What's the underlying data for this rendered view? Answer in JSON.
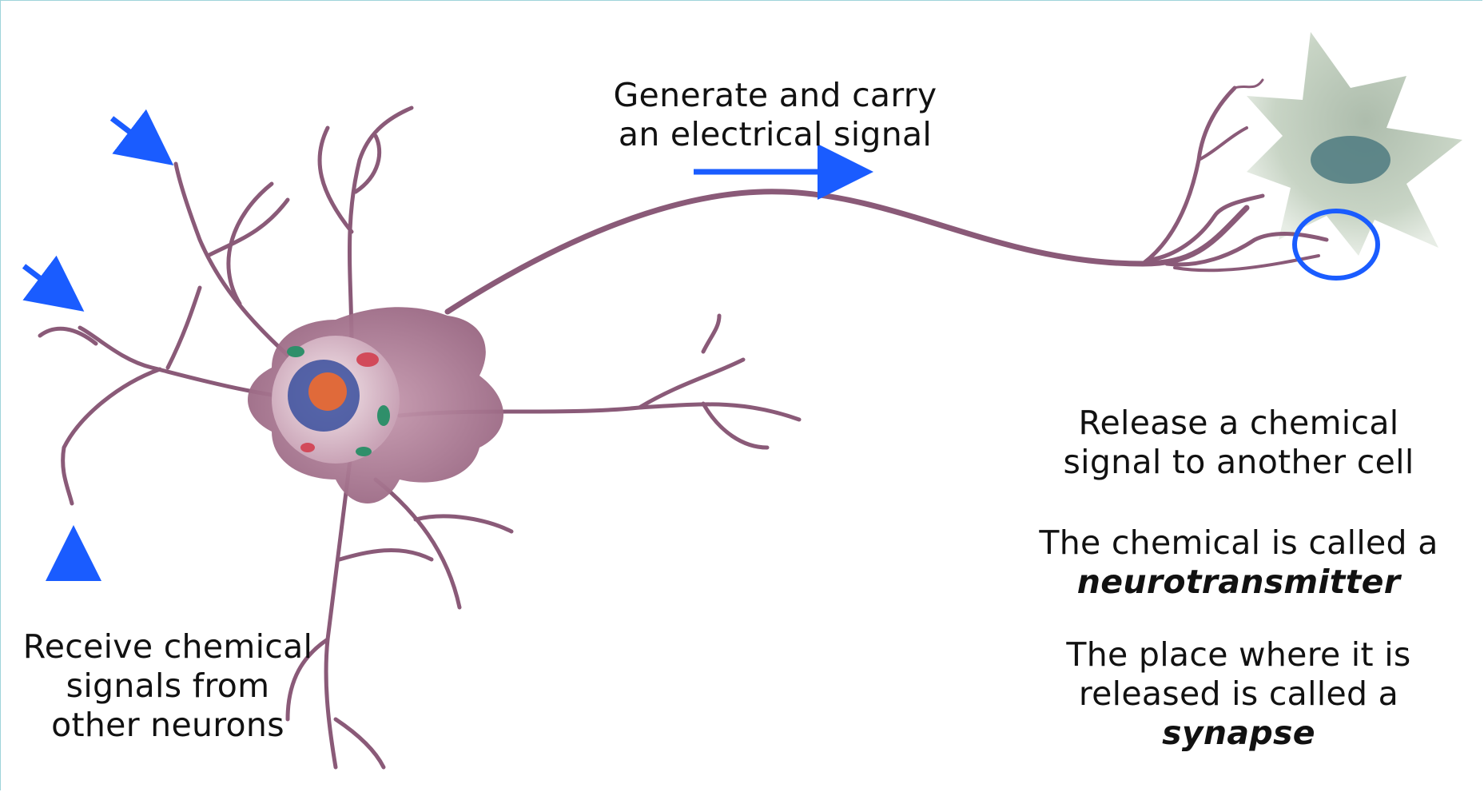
{
  "labels": {
    "generate_line1": "Generate and carry",
    "generate_line2": "an electrical signal",
    "release_line1": "Release a chemical",
    "release_line2": "signal to another cell",
    "called_line1": "The chemical is called a",
    "called_term": "neurotransmitter",
    "place_line1": "The place where it is",
    "place_line2": "released is called a",
    "place_term": "synapse",
    "receive_line1": "Receive chemical",
    "receive_line2": "signals from",
    "receive_line3": "other neurons"
  },
  "colors": {
    "arrow": "#1a5cff",
    "neuron": "#8a5a78",
    "soma": "#a9788f",
    "frame": "#9fd4da"
  }
}
